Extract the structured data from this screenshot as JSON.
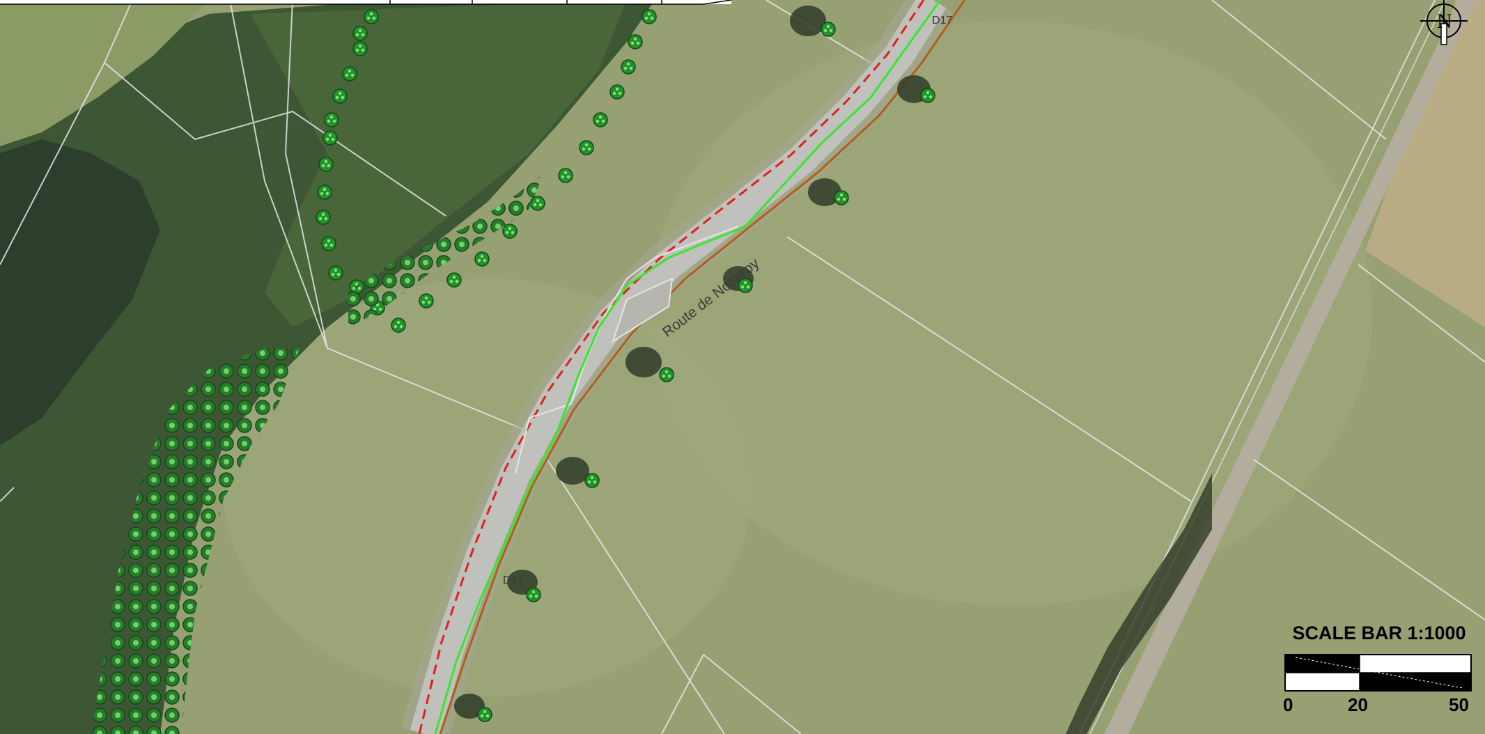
{
  "map": {
    "road_name": "Route de Nozeroy",
    "road_code_top": "D17",
    "road_code_bottom": "D17",
    "north_arrow_letter": "N"
  },
  "scale_bar": {
    "title": "SCALE BAR 1:1000",
    "ticks": [
      "0",
      "20",
      "50"
    ]
  },
  "colors": {
    "pasture": "#96a073",
    "forest": "#3f5a34",
    "road_surface": "#bfbfbc",
    "road_edge": "#b05f1a",
    "path_green": "#39e62f",
    "path_red": "#e0201e",
    "tree_symbol": "#1f9a2a",
    "parcel_line": "#e8e8e8"
  }
}
